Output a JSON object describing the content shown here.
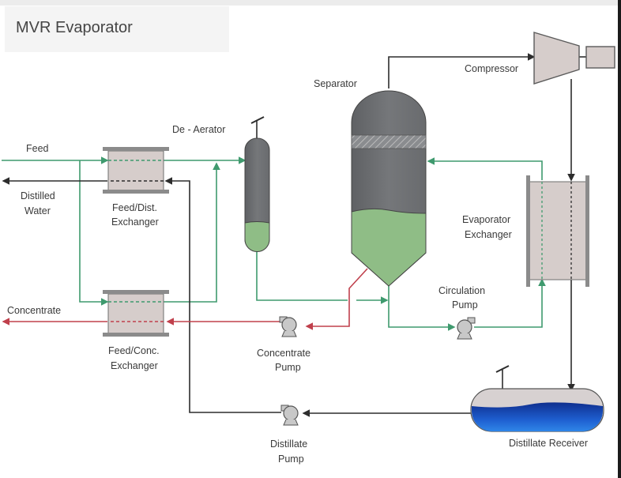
{
  "title": "MVR Evaporator",
  "colors": {
    "feed_line": "#3f9a6e",
    "distillate_line": "#2d2d2d",
    "concentrate_line": "#c0404c",
    "vessel_dark": "#6e7073",
    "liquid_green": "#8fbd86",
    "exchanger_fill": "#d6cdcb",
    "distillate_blue": "#1d54c2"
  },
  "streams": {
    "feed": "Feed",
    "distilled_water": [
      "Distilled",
      "Water"
    ],
    "concentrate": "Concentrate"
  },
  "equipment": {
    "feed_dist_exchanger": [
      "Feed/Dist.",
      "Exchanger"
    ],
    "feed_conc_exchanger": [
      "Feed/Conc.",
      "Exchanger"
    ],
    "de_aerator": "De - Aerator",
    "separator": "Separator",
    "compressor": "Compressor",
    "evaporator_exchanger": [
      "Evaporator",
      "Exchanger"
    ],
    "circulation_pump": [
      "Circulation",
      "Pump"
    ],
    "concentrate_pump": [
      "Concentrate",
      "Pump"
    ],
    "distillate_pump": [
      "Distillate",
      "Pump"
    ],
    "distillate_receiver": "Distillate Receiver"
  }
}
